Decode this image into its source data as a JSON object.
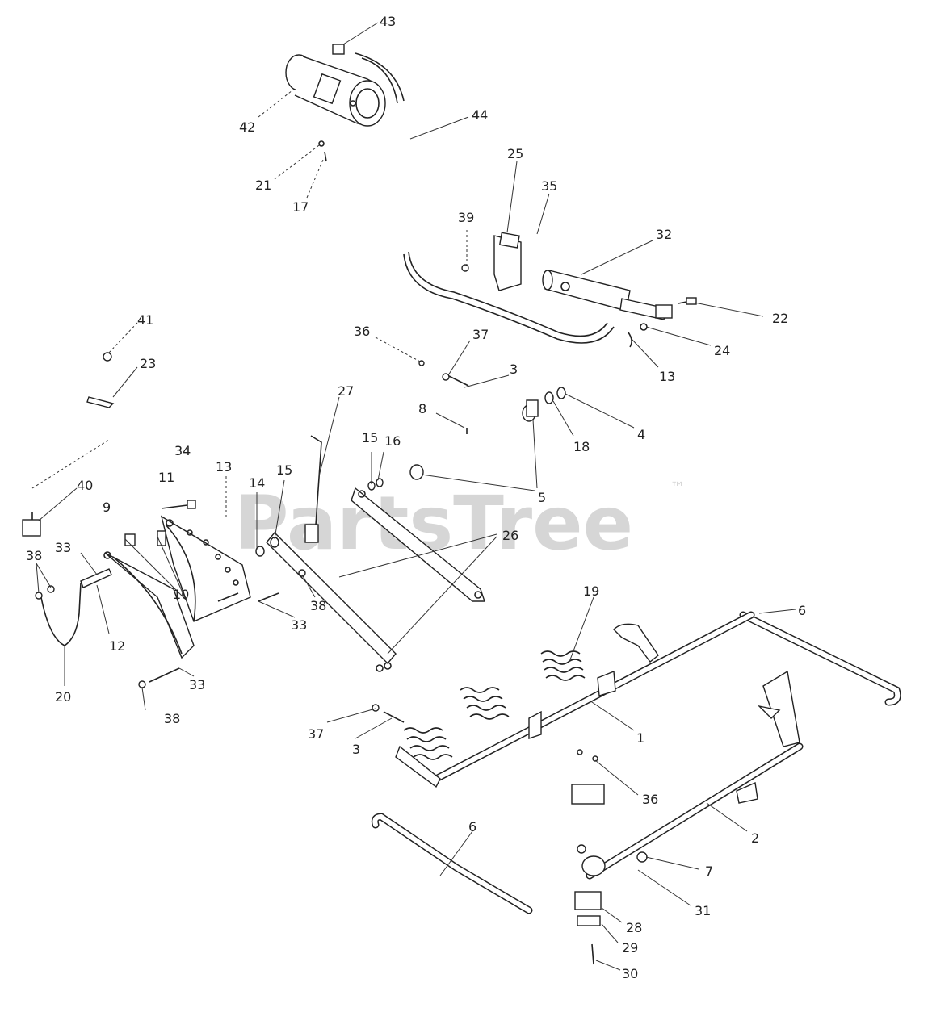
{
  "watermark": {
    "brand": "PartsTree",
    "mark": "™"
  },
  "labels": {
    "p1": "1",
    "p2": "2",
    "p3a": "3",
    "p3b": "3",
    "p4": "4",
    "p5": "5",
    "p6a": "6",
    "p6b": "6",
    "p7": "7",
    "p8": "8",
    "p9": "9",
    "p10": "10",
    "p11": "11",
    "p12": "12",
    "p13a": "13",
    "p13b": "13",
    "p14": "14",
    "p15a": "15",
    "p15b": "15",
    "p16": "16",
    "p17": "17",
    "p18": "18",
    "p19": "19",
    "p20": "20",
    "p21": "21",
    "p22": "22",
    "p23": "23",
    "p24": "24",
    "p25": "25",
    "p26": "26",
    "p27": "27",
    "p28": "28",
    "p29": "29",
    "p30": "30",
    "p31": "31",
    "p32": "32",
    "p33a": "33",
    "p33b": "33",
    "p33c": "33",
    "p34": "34",
    "p35": "35",
    "p36a": "36",
    "p36b": "36",
    "p37a": "37",
    "p37b": "37",
    "p38a": "38",
    "p38b": "38",
    "p38c": "38",
    "p39": "39",
    "p40": "40",
    "p41": "41",
    "p42": "42",
    "p43": "43",
    "p44": "44"
  }
}
